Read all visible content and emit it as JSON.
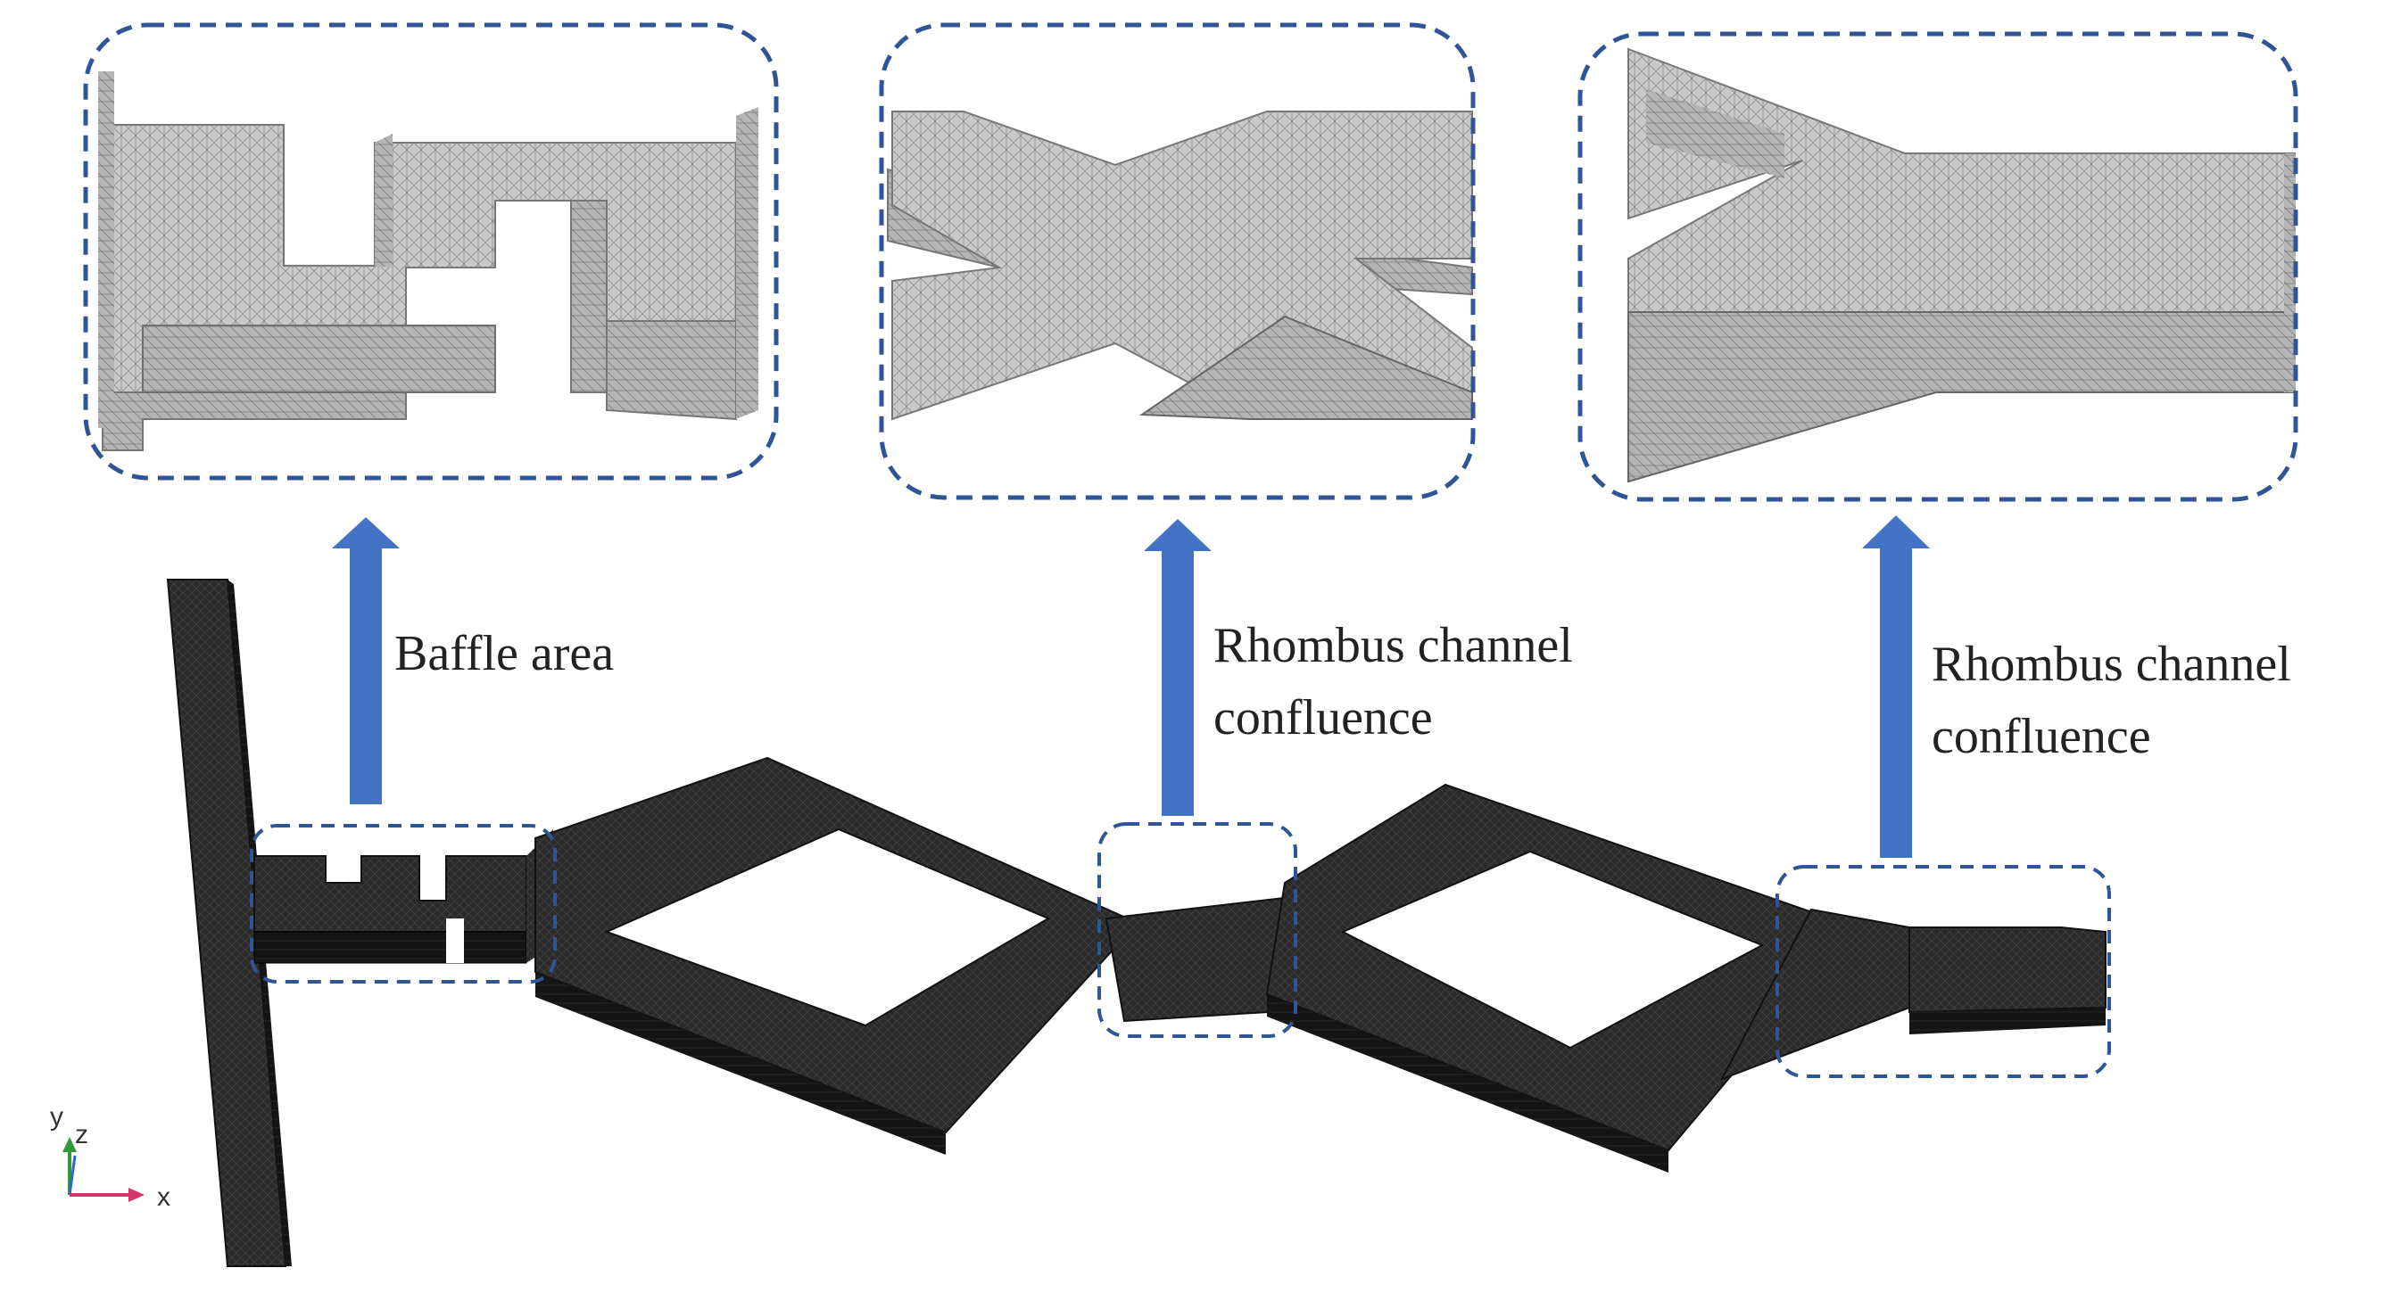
{
  "labels": {
    "baffle": "Baffle area",
    "rhombus1_line1": "Rhombus channel",
    "rhombus1_line2": "confluence",
    "rhombus2_line1": "Rhombus channel",
    "rhombus2_line2": "confluence"
  },
  "axes": {
    "y": "y",
    "z": "z",
    "x": "x"
  },
  "colors": {
    "arrow": "#4472c4",
    "dashed_frame": "#2f5597",
    "mesh_light": "#c8c8c8",
    "mesh_dark": "#2a2a2a",
    "axis_y": "#2e9a3a",
    "axis_z": "#2b63d9",
    "axis_x": "#d6336c"
  }
}
